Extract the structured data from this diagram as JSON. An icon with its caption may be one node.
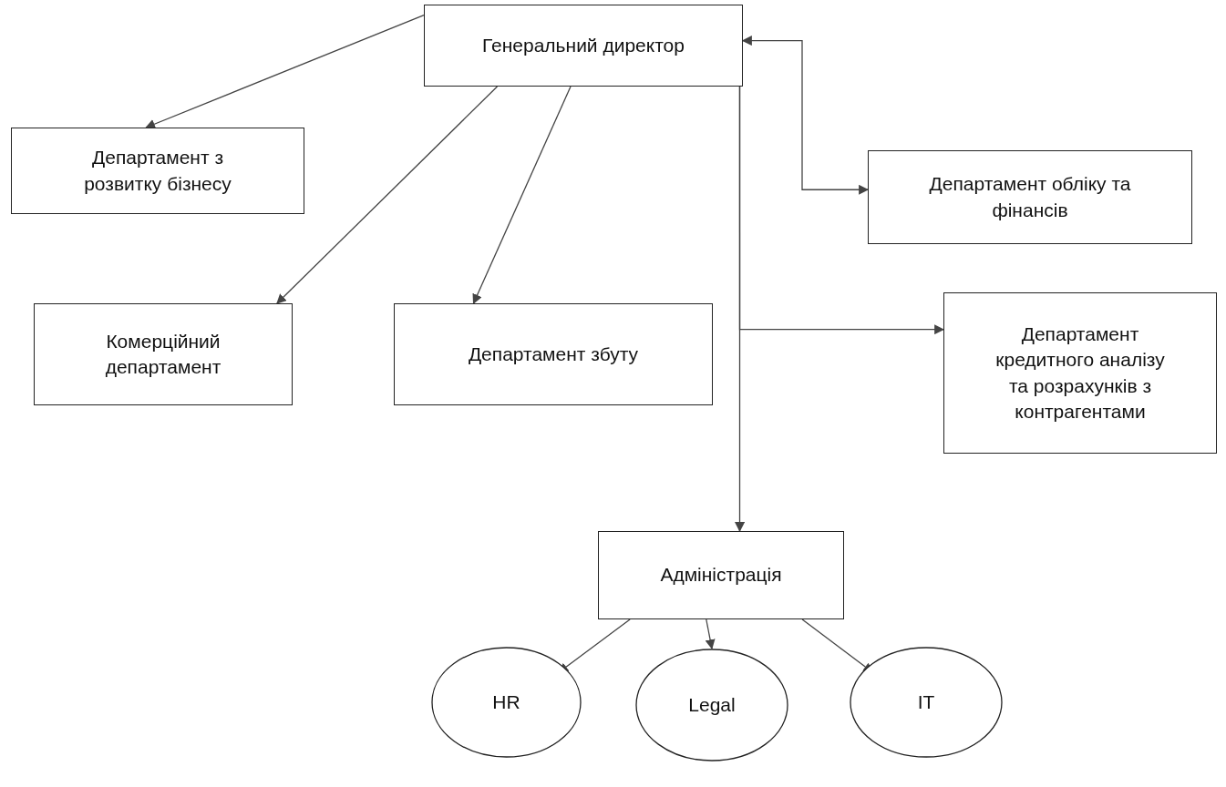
{
  "diagram": {
    "nodes": [
      {
        "text": [
          "Генеральний директор"
        ]
      },
      {
        "text": [
          "Департамент з розвитку бізнесу"
        ]
      },
      {
        "text": [
          "Департамент обліку та фінансів"
        ]
      },
      {
        "text": [
          "Комерційний департамент"
        ]
      },
      {
        "text": [
          "Департамент збуту"
        ]
      },
      {
        "text": [
          "Департамент кредитного аналізу та розрахунків з контрагентами"
        ]
      },
      {
        "text": [
          "Адміністрація"
        ]
      },
      {
        "text": [
          "HR"
        ]
      },
      {
        "text": [
          "Legal"
        ]
      },
      {
        "text": [
          "IT"
        ]
      }
    ],
    "edges": [
      {
        "from": 0,
        "to": 1,
        "arrow": "to"
      },
      {
        "from": 0,
        "to": 3,
        "arrow": "to"
      },
      {
        "from": 0,
        "to": 4,
        "arrow": "to"
      },
      {
        "from": 0,
        "to": 2,
        "arrow": "both"
      },
      {
        "from": 0,
        "to": 6,
        "arrow": "to"
      },
      {
        "from": 0,
        "to": 5,
        "arrow": "to"
      },
      {
        "from": 6,
        "to": 7,
        "arrow": "to"
      },
      {
        "from": 6,
        "to": 8,
        "arrow": "to"
      },
      {
        "from": 6,
        "to": 9,
        "arrow": "to"
      }
    ]
  }
}
